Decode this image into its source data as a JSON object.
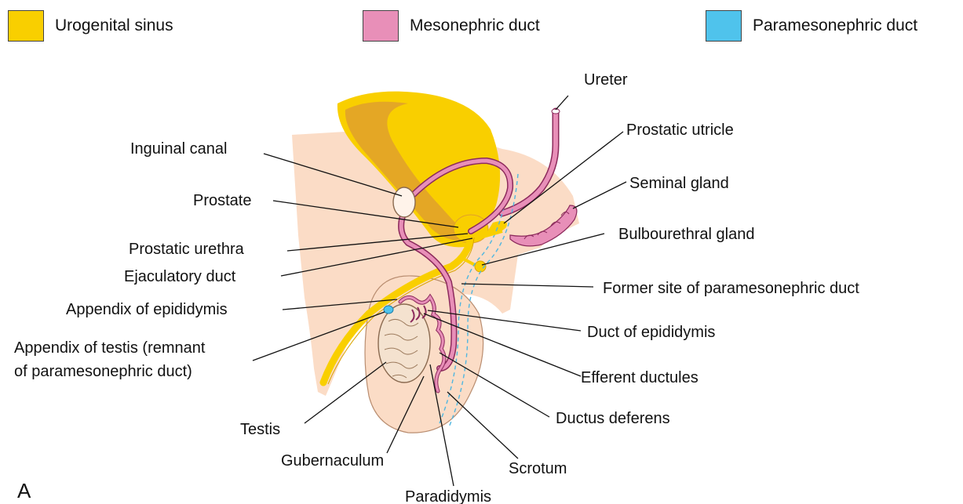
{
  "legend": [
    {
      "label": "Urogenital sinus",
      "color": "#f9cf00"
    },
    {
      "label": "Mesonephric duct",
      "color": "#e88fb8"
    },
    {
      "label": "Paramesonephric duct",
      "color": "#4fc3ec"
    }
  ],
  "colors": {
    "body": "#fbdcc6",
    "bladder_shade": "#e0a02c",
    "mesonephric_outline": "#8c2a5c",
    "paramesonephric_dash": "#4fb6e0"
  },
  "labels": {
    "ureter": "Ureter",
    "prostatic_utricle": "Prostatic utricle",
    "seminal_gland": "Seminal gland",
    "bulbourethral_gland": "Bulbourethral gland",
    "former_site": "Former site of paramesonephric duct",
    "duct_of_epididymis": "Duct of epididymis",
    "efferent_ductules": "Efferent ductules",
    "ductus_deferens": "Ductus deferens",
    "scrotum": "Scrotum",
    "paradidymis": "Paradidymis",
    "gubernaculum": "Gubernaculum",
    "testis": "Testis",
    "appendix_of_testis_line1": "Appendix of testis (remnant",
    "appendix_of_testis_line2": "of paramesonephric duct)",
    "appendix_of_epididymis": "Appendix of epididymis",
    "ejaculatory_duct": "Ejaculatory duct",
    "prostatic_urethra": "Prostatic urethra",
    "prostate": "Prostate",
    "inguinal_canal": "Inguinal canal"
  },
  "panel_letter": "A"
}
